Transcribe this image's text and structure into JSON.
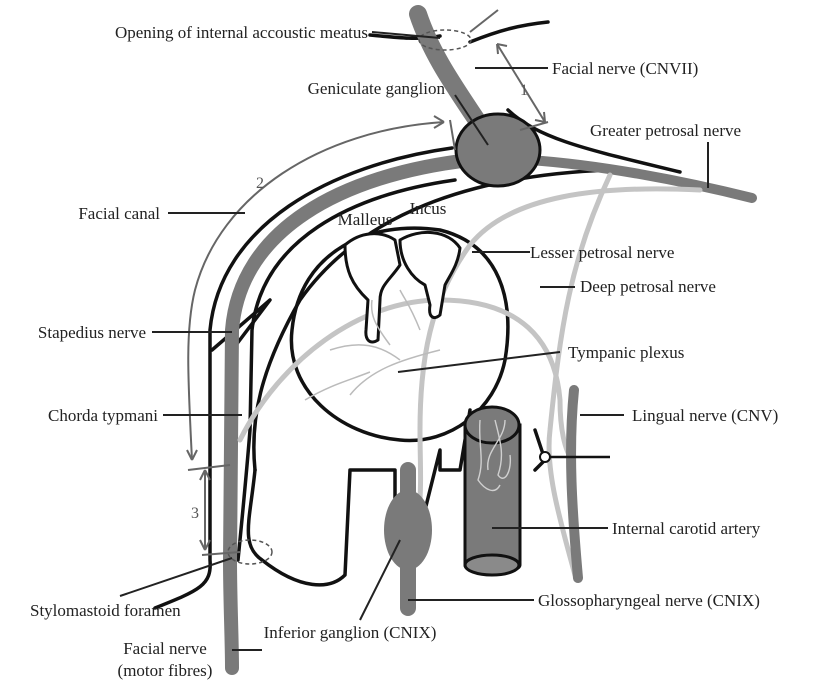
{
  "labels": {
    "opening_meatus": "Opening of internal accoustic meatus",
    "facial_nerve": "Facial nerve (CNVII)",
    "geniculate": "Geniculate ganglion",
    "greater_petrosal": "Greater petrosal nerve",
    "facial_canal": "Facial canal",
    "malleus": "Malleus",
    "incus": "Incus",
    "lesser_petrosal": "Lesser petrosal nerve",
    "deep_petrosal": "Deep petrosal nerve",
    "stapedius": "Stapedius nerve",
    "tympanic_plexus": "Tympanic plexus",
    "chorda": "Chorda typmani",
    "lingual": "Lingual nerve (CNV)",
    "carotid": "Internal carotid artery",
    "stylomastoid": "Stylomastoid foramen",
    "glossopharyngeal": "Glossopharyngeal nerve (CNIX)",
    "inferior_ganglion": "Inferior ganglion (CNIX)",
    "facial_motor_1": "Facial nerve",
    "facial_motor_2": "(motor fibres)"
  },
  "segments": {
    "one": "1",
    "two": "2",
    "three": "3"
  },
  "colors": {
    "nerve": "#7a7a7a",
    "light_nerve": "#c4c4c4",
    "outline": "#111111",
    "line": "#222222"
  }
}
